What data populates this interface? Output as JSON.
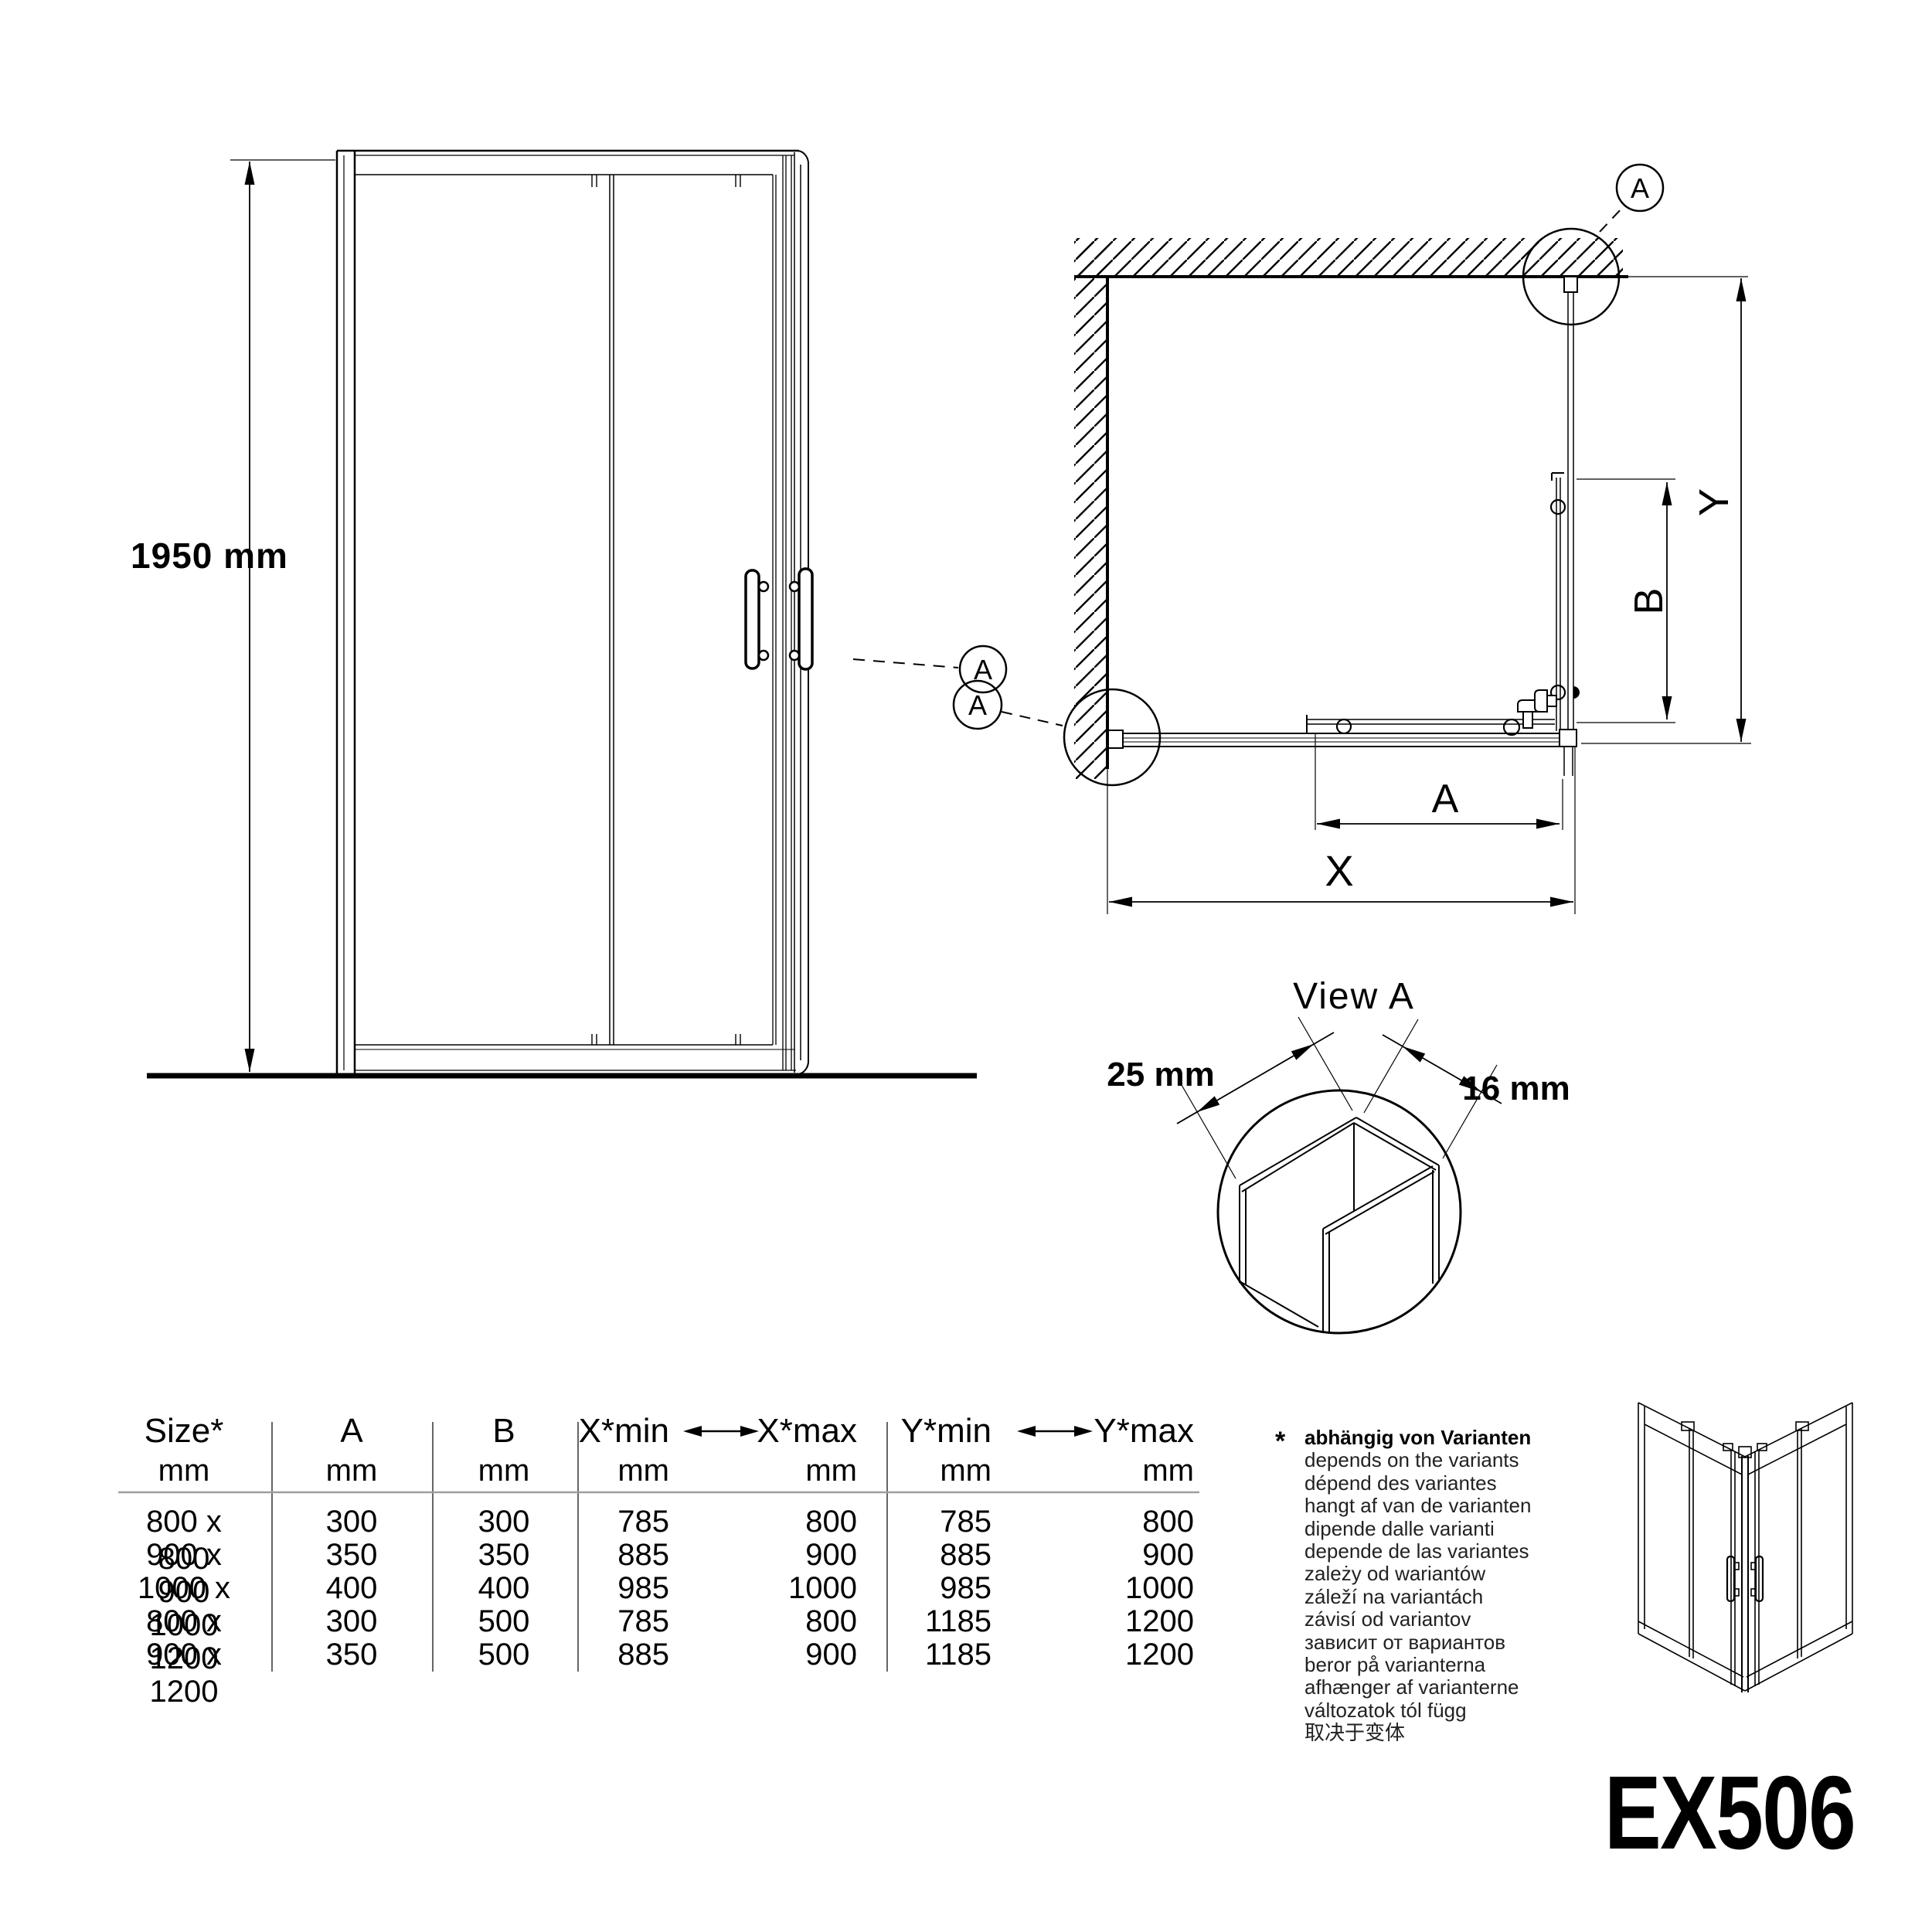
{
  "product": {
    "code": "EX506"
  },
  "front_view": {
    "height_label": "1950 mm",
    "balloon": "A"
  },
  "plan_view": {
    "dim_x": "X",
    "dim_y": "Y",
    "dim_a": "A",
    "dim_b": "B",
    "balloon_top": "A",
    "balloon_left": "A"
  },
  "view_a": {
    "title": "View A",
    "dim_left": "25 mm",
    "dim_right": "16 mm"
  },
  "table": {
    "headers": {
      "size": "Size*",
      "a": "A",
      "b": "B",
      "x_min": "X*min",
      "x_max": "X*max",
      "y_min": "Y*min",
      "y_max": "Y*max",
      "unit": "mm"
    },
    "rows": [
      {
        "size": "800 x 800",
        "a": "300",
        "b": "300",
        "x_min": "785",
        "x_max": "800",
        "y_min": "785",
        "y_max": "800"
      },
      {
        "size": "900 x 900",
        "a": "350",
        "b": "350",
        "x_min": "885",
        "x_max": "900",
        "y_min": "885",
        "y_max": "900"
      },
      {
        "size": "1000 x 1000",
        "a": "400",
        "b": "400",
        "x_min": "985",
        "x_max": "1000",
        "y_min": "985",
        "y_max": "1000"
      },
      {
        "size": "800 x 1200",
        "a": "300",
        "b": "500",
        "x_min": "785",
        "x_max": "800",
        "y_min": "1185",
        "y_max": "1200"
      },
      {
        "size": "900 x 1200",
        "a": "350",
        "b": "500",
        "x_min": "885",
        "x_max": "900",
        "y_min": "1185",
        "y_max": "1200"
      }
    ]
  },
  "note": {
    "marker": "*",
    "lines": [
      "abhängig von Varianten",
      "depends on the variants",
      "dépend des variantes",
      "hangt af van de varianten",
      "dipende dalle varianti",
      "depende de las variantes",
      "zależy od wariantów",
      "záleží na variantách",
      "závisí od variantov",
      "зависит от вариантов",
      "beror på varianterna",
      "afhænger af varianterne",
      "változatok tól függ",
      "取决于变体"
    ]
  }
}
